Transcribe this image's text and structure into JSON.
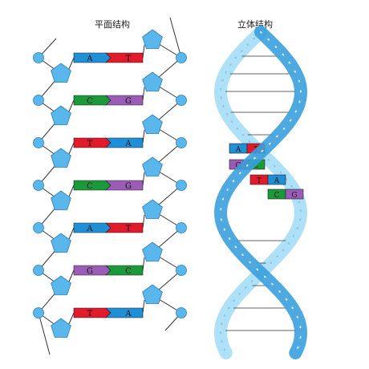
{
  "labels": {
    "planar_structure": "平面结构",
    "spatial_structure": "立体结构"
  },
  "colors": {
    "adenine": "#1f8fd6",
    "thymine": "#e01b2b",
    "cytosine": "#1a9a3a",
    "guanine": "#9a5cb4",
    "sugar": "#5ab7ec",
    "phosphate": "#5ab7ec",
    "helix_light": "#aee0f7",
    "helix_dark": "#3aa0dc"
  },
  "base_pairs_planar": [
    {
      "left": "A",
      "right": "T"
    },
    {
      "left": "C",
      "right": "G"
    },
    {
      "left": "T",
      "right": "A"
    },
    {
      "left": "C",
      "right": "G"
    },
    {
      "left": "A",
      "right": "T"
    },
    {
      "left": "G",
      "right": "C"
    },
    {
      "left": "T",
      "right": "A"
    }
  ],
  "base_pairs_helix": [
    {
      "left": "A",
      "right": "T"
    },
    {
      "left": "G",
      "right": "C"
    },
    {
      "left": "T",
      "right": "A"
    },
    {
      "left": "C",
      "right": "G"
    }
  ],
  "icons": [
    "phosphate-circle-icon",
    "deoxyribose-pentagon-icon"
  ]
}
